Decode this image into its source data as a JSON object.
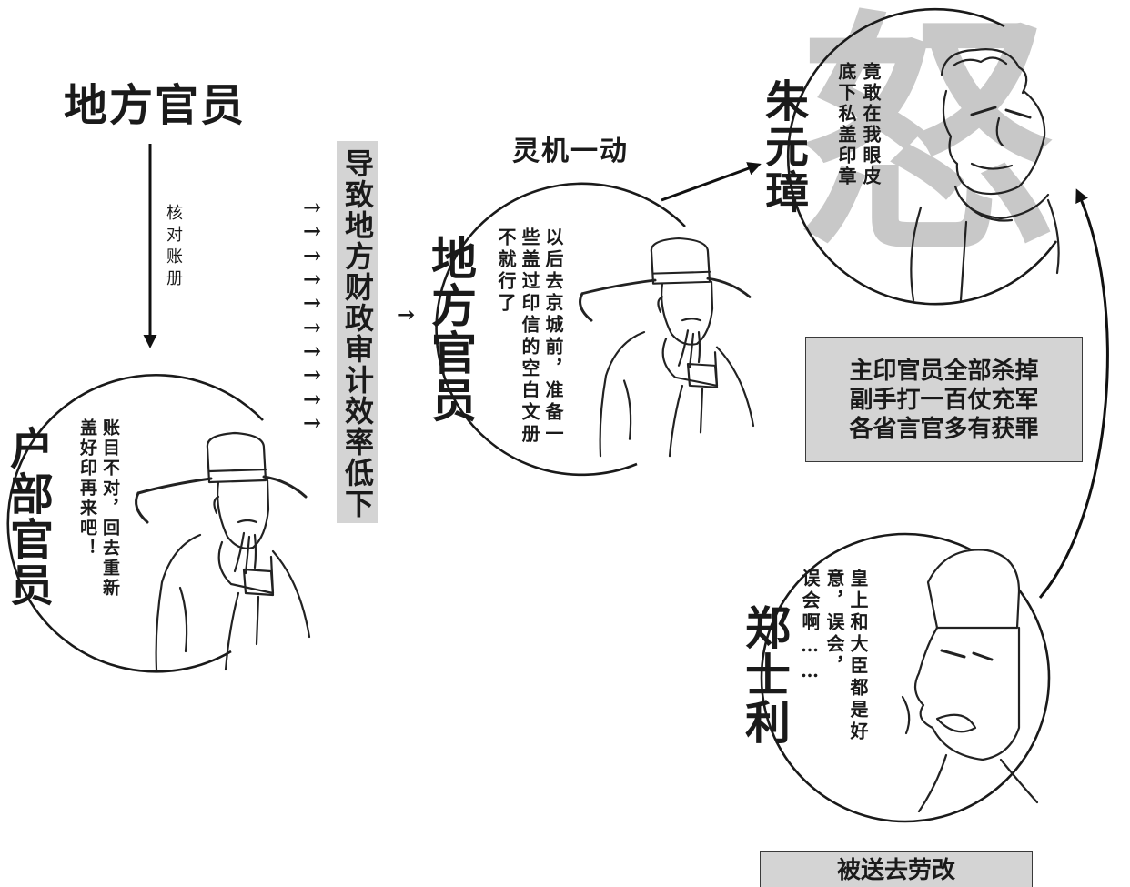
{
  "diagram": {
    "start_label": "地方官员",
    "check_label": "核对账册",
    "hubu_circle": {
      "speaker": "户部官员",
      "speech": [
        "账目不对，回去重新",
        "盖好印再来吧！"
      ]
    },
    "consequence_arrows": [
      "→",
      "→",
      "→",
      "→",
      "→",
      "→",
      "→",
      "→",
      "→",
      "→"
    ],
    "consequence_label": "导致地方财政审计效率低下",
    "small_arrow": "→",
    "idea_label": "灵机一动",
    "local_circle": {
      "speaker": "地方官员",
      "speech": [
        "以后去京城前，准备一",
        "些盖过印信的空白文册",
        "不就行了"
      ]
    },
    "emperor_circle": {
      "speaker": "朱元璋",
      "emotion_char": "怒",
      "speech": [
        "竟敢在我眼皮",
        "底下私盖印章"
      ]
    },
    "punishment_box": {
      "lines": [
        "主印官员全部杀掉",
        "副手打一百仗充军",
        "各省言官多有获罪"
      ]
    },
    "zheng_circle": {
      "speaker": "郑士利",
      "speech": [
        "皇上和大臣都是好",
        "意，误会，",
        "误会啊……"
      ]
    },
    "outcome_box": {
      "label": "被送去劳改"
    }
  },
  "colors": {
    "ink": "#1a1a1a",
    "box_fill": "#d4d4d4",
    "box_border": "#3a3a3a",
    "watermark": "#c8c8c8"
  }
}
